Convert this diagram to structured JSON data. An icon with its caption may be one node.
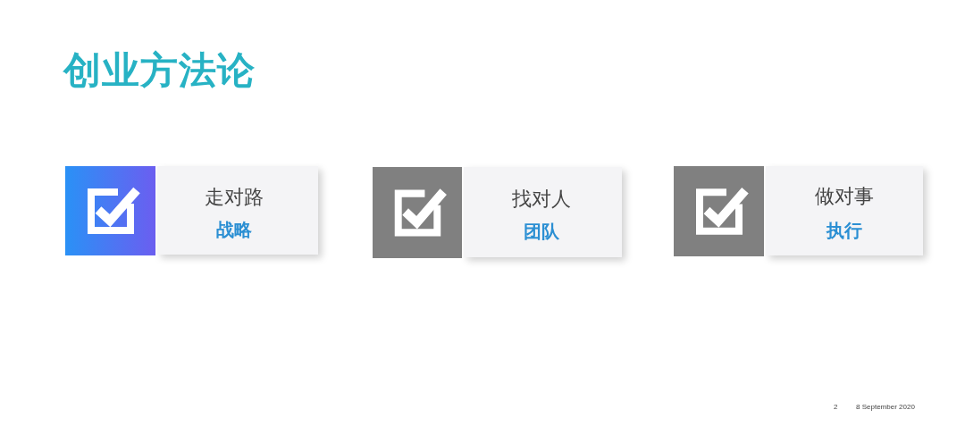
{
  "diagram": {
    "title": "创业方法论",
    "nodes": [
      {
        "text": [
          "走对路",
          "战略"
        ]
      },
      {
        "text": [
          "找对人",
          "团队"
        ]
      },
      {
        "text": [
          "做对事",
          "执行"
        ]
      }
    ],
    "labels": [
      "2",
      "8 September 2020"
    ]
  }
}
